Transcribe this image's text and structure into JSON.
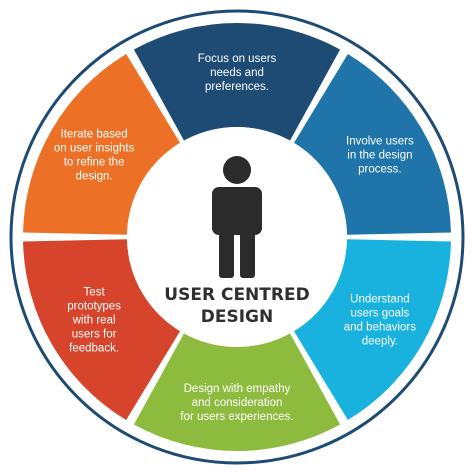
{
  "colors": {
    "ring": "#1d4b74",
    "background": "#ffffff",
    "person": "#2b2b2b",
    "center_text": "#2f2f2f",
    "segment_text": "#ffffff"
  },
  "center": {
    "icon": "person-icon",
    "title_line1": "USER CENTRED",
    "title_line2": "DESIGN"
  },
  "segments": [
    {
      "color": "#1d4b74",
      "lines": [
        "Focus on users",
        "needs and",
        "preferences."
      ]
    },
    {
      "color": "#1f74a9",
      "lines": [
        "Involve users",
        "in the design",
        "process."
      ]
    },
    {
      "color": "#19b2df",
      "lines": [
        "Understand",
        "users goals",
        "and behaviors",
        "deeply."
      ]
    },
    {
      "color": "#8dbb3d",
      "lines": [
        "Design with empathy",
        "and consideration",
        "for users experiences."
      ]
    },
    {
      "color": "#d6452b",
      "lines": [
        "Test",
        "prototypes",
        "with real",
        "users for",
        "feedback."
      ]
    },
    {
      "color": "#ec7126",
      "lines": [
        "Iterate based",
        "on user insights",
        "to refine the",
        "design."
      ]
    }
  ]
}
